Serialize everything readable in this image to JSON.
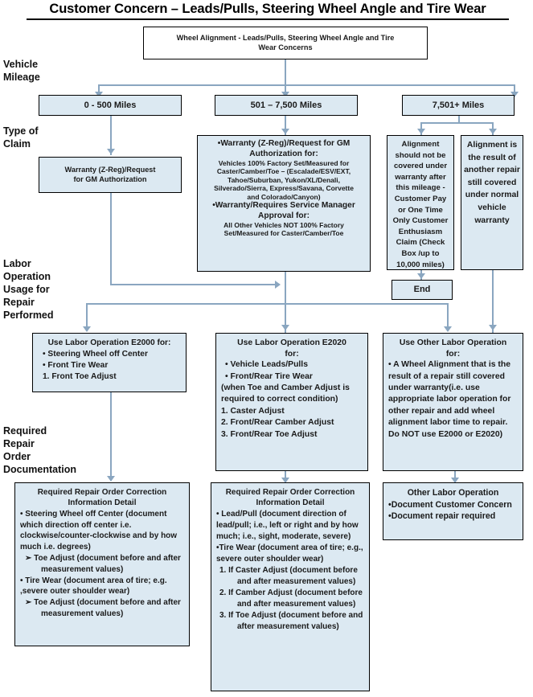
{
  "title": "Customer Concern – Leads/Pulls, Steering Wheel Angle and Tire Wear",
  "stage_labels": {
    "mileage": "Vehicle\nMileage",
    "claim": "Type of\nClaim",
    "labor": "Labor\nOperation\nUsage for\nRepair\nPerformed",
    "documentation": "Required\nRepair\nOrder\nDocumentation"
  },
  "colors": {
    "box_fill": "#dce9f2",
    "box_border": "#000000",
    "connector": "#8aa6c0",
    "text": "#1a1a1a"
  },
  "start_box": {
    "line1": "Wheel Alignment - Leads/Pulls, Steering Wheel Angle and Tire",
    "line2": "Wear Concerns"
  },
  "mileage_boxes": [
    {
      "label": "0 - 500 Miles"
    },
    {
      "label": "501 – 7,500 Miles"
    },
    {
      "label": "7,501+ Miles"
    }
  ],
  "claim_boxes": {
    "low": {
      "line1": "Warranty (Z-Reg)/Request",
      "line2": "for GM  Authorization"
    },
    "mid": {
      "bullet1": "•Warranty (Z-Reg)/Request for GM",
      "bullet1_cont": "Authorization for:",
      "detail1": [
        "Vehicles 100% Factory Set/Measured for",
        "Caster/Camber/Toe – (Escalade/ESV/EXT,",
        "Tahoe/Suburban, Yukon/XL/Denali,",
        "Silverado/Sierra, Express/Savana,  Corvette",
        "and Colorado/Canyon)"
      ],
      "bullet2": "•Warranty/Requires Service Manager",
      "bullet2_cont": "Approval for:",
      "detail2": [
        "All Other Vehicles NOT 100% Factory",
        "Set/Measured for Caster/Camber/Toe"
      ]
    },
    "high_left": {
      "text": "Alignment should not be covered under warranty after this mileage - Customer Pay or  One Time Only Customer Enthusiasm Claim (Check Box /up to 10,000 miles)"
    },
    "high_right": {
      "text": "Alignment is the result of another repair still covered under normal vehicle warranty"
    },
    "end_box": {
      "label": "End"
    }
  },
  "labor_boxes": {
    "e2000": {
      "header": "Use Labor Operation E2000 for:",
      "items": [
        "• Steering Wheel off Center",
        "• Front Tire Wear",
        "1.    Front Toe Adjust"
      ]
    },
    "e2020": {
      "header1": "Use Labor Operation E2020",
      "header2": "for:",
      "items": [
        "• Vehicle Leads/Pulls",
        "• Front/Rear Tire Wear",
        "(when Toe and Camber Adjust is required to correct condition)"
      ],
      "numbered": [
        "1.    Caster Adjust",
        "2.    Front/Rear Camber Adjust",
        "3.    Front/Rear Toe Adjust"
      ]
    },
    "other": {
      "header1": "Use Other Labor Operation",
      "header2": "for:",
      "body": "• A Wheel Alignment that is the result of a repair still covered under warranty(i.e. use appropriate labor operation for other repair and add wheel alignment labor time to repair. Do NOT use E2000 or E2020)"
    }
  },
  "doc_boxes": {
    "left": {
      "header1": "Required Repair Order Correction",
      "header2": "Information Detail",
      "lines": [
        "•  Steering Wheel off Center (document which direction off center i.e. clockwise/counter-clockwise and by how much i.e. degrees)",
        "➢   Toe Adjust (document before and after measurement values)",
        "• Tire Wear (document area of tire; e.g. ,severe outer shoulder wear)",
        "➢   Toe Adjust (document before and after measurement values)"
      ]
    },
    "middle": {
      "header1": "Required Repair Order Correction",
      "header2": "Information Detail",
      "lines": [
        "• Lead/Pull (document direction of lead/pull; i.e., left or right and by how much; i.e., sight, moderate, severe)",
        "•Tire Wear (document area of tire; e.g., severe outer shoulder wear)"
      ],
      "numbered": [
        "1.    If Caster Adjust (document before and after measurement values)",
        "2.    If Camber Adjust (document before and after measurement values)",
        "3.    If Toe Adjust (document before and after measurement values)"
      ]
    },
    "right": {
      "header": "Other Labor Operation",
      "lines": [
        "•Document Customer Concern",
        "•Document repair required"
      ]
    }
  }
}
